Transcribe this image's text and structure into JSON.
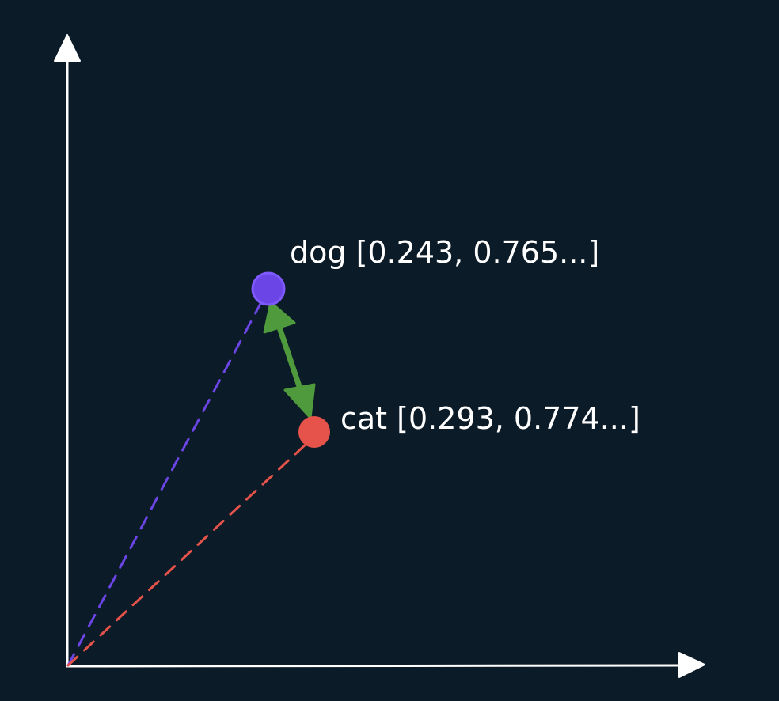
{
  "colors": {
    "background": "#0b1b27",
    "axis": "#ffffff",
    "dog": "#6b45e6",
    "cat": "#e5534b",
    "distance_arrow": "#4f9a3c"
  },
  "points": {
    "dog": {
      "label": "dog [0.243, 0.765...]",
      "color_name": "purple"
    },
    "cat": {
      "label": "cat [0.293, 0.774...]",
      "color_name": "red"
    }
  },
  "icons": {
    "y_axis_arrowhead": "arrow-up-icon",
    "x_axis_arrowhead": "arrow-right-icon",
    "distance_arrow": "double-headed-arrow-icon"
  }
}
